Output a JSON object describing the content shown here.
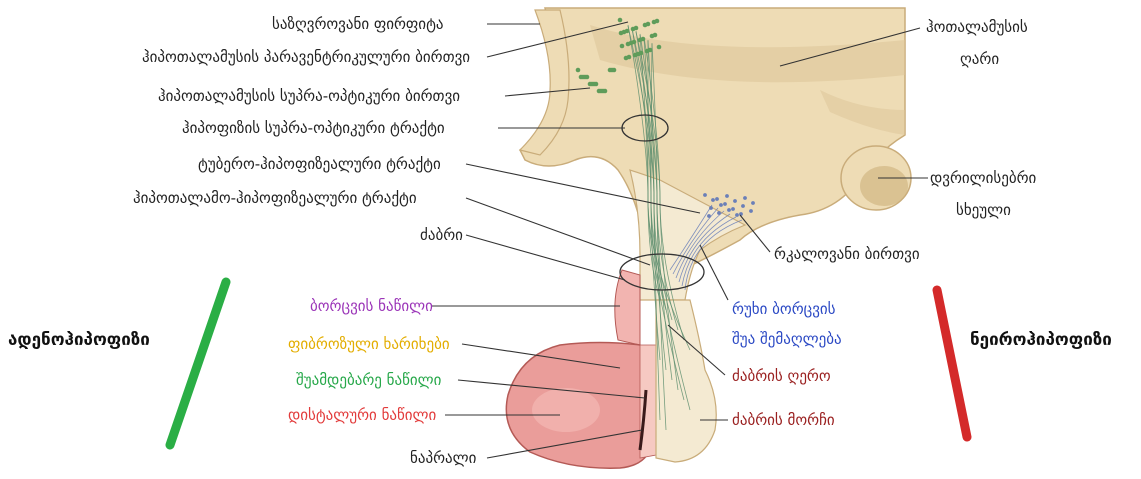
{
  "colors": {
    "hypothalamus": "#eedcb5",
    "hypothalamus_edge": "#c9ac7a",
    "pars_distalis": "#ea9d9a",
    "pars_distalis_edge": "#b45a56",
    "tuberalis": "#f2b4b0",
    "neural": "#f4ead2",
    "fibers": "#5f8f70",
    "nuclei": "#5f9c5a",
    "arcuate": "#6a7fb8",
    "green_bar": "#2aae45",
    "red_bar": "#d42a2a",
    "label_purple": "#9b35b8",
    "label_yellow": "#e3ad00",
    "label_green": "#27a84a",
    "label_red": "#e23b3b",
    "label_blue": "#2b49c4",
    "label_darkred": "#9a2020",
    "label_dark": "#222222"
  },
  "labels": {
    "sazghvrovani_firpita": "საზღვროვანი ფირფიტა",
    "paraventricular": "ჰიპოთალამუსის პარავენტრიკულური ბირთვი",
    "supraoptic_nucleus": "ჰიპოთალამუსის სუპრა-ოპტიკური ბირთვი",
    "supraoptic_tract": "ჰიპოფიზის სუპრა-ოპტიკური ტრაქტი",
    "tuberohypophyseal": "ტუბერო-ჰიპოფიზეალური ტრაქტი",
    "hypothalamohypophyseal": "ჰიპოთალამო-ჰიპოფიზეალური ტრაქტი",
    "dzabri": "ძაბრი",
    "borcvis": "ბორცვის ნაწილი",
    "fibroznuli": "ფიბროზული ხარიხები",
    "shuamdebare": "შუამდებარე ნაწილი",
    "distaluri": "დისტალური ნაწილი",
    "napralie": "ნაპრალი",
    "hypothalamus_bottom_line1": "ჰოთალამუსის",
    "hypothalamus_bottom_line2": "ღარი",
    "mammillary_line1": "დვრილისებრი",
    "mammillary_line2": "სხეული",
    "arcuate": "რკალოვანი ბირთვი",
    "median_eminence_line1": "რუხი ბორცვის",
    "median_eminence_line2": "შუა შემაღლება",
    "infundibular_stem": "ძაბრის ღერო",
    "infundibular_process": "ძაბრის მორჩი",
    "adenohypophysis": "ადენოჰიპოფიზი",
    "neurohypophysis": "ნეიროჰიპოფიზი"
  }
}
